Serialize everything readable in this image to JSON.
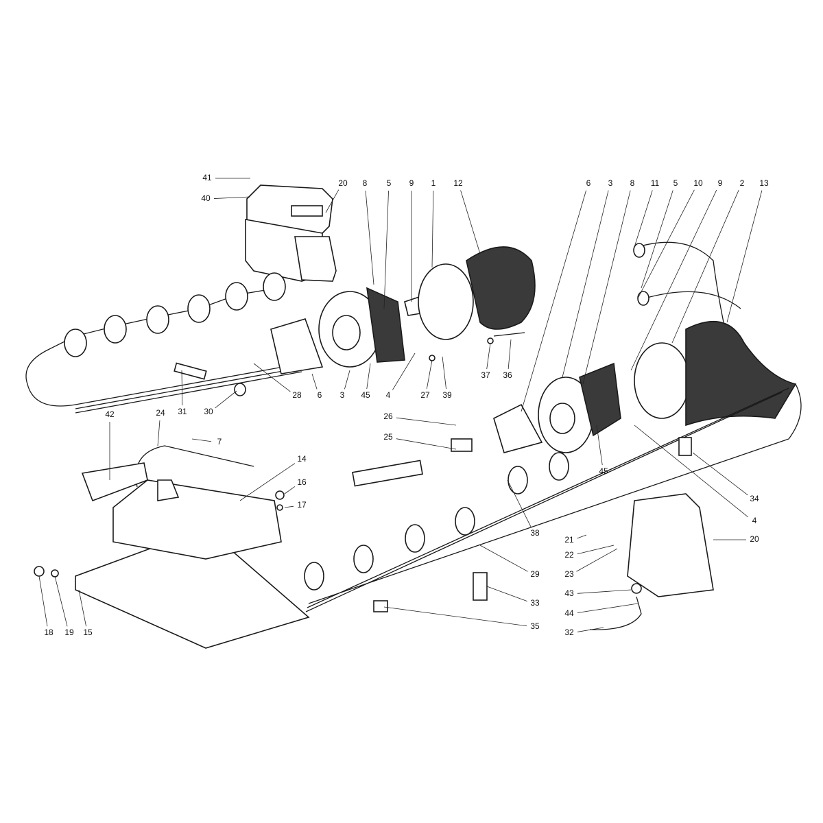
{
  "labels": [
    "41",
    "40",
    "20",
    "8",
    "5",
    "9",
    "1",
    "12",
    "6",
    "3",
    "8",
    "11",
    "5",
    "10",
    "9",
    "2",
    "13",
    "28",
    "6",
    "3",
    "45",
    "4",
    "27",
    "39",
    "37",
    "36",
    "31",
    "30",
    "42",
    "24",
    "7",
    "26",
    "25",
    "14",
    "16",
    "17",
    "45",
    "34",
    "4",
    "38",
    "21",
    "22",
    "20",
    "23",
    "29",
    "43",
    "33",
    "44",
    "35",
    "32",
    "18",
    "19",
    "15"
  ]
}
